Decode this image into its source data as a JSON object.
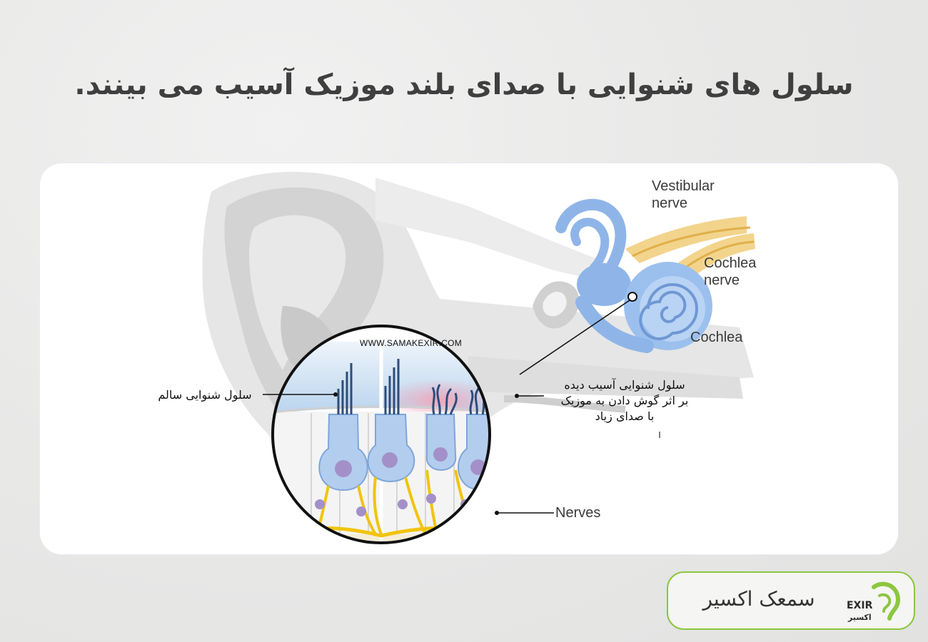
{
  "page": {
    "title": "سلول های شنوایی با صدای بلند موزیک آسیب می بینند."
  },
  "diagram": {
    "labels": {
      "vestibular_nerve": "Vestibular\nnerve",
      "cochlea_nerve": "Cochlea\nnerve",
      "cochlea": "Cochlea",
      "nerves": "Nerves",
      "healthy_cell": "سلول شنوایی سالم",
      "damaged_cell": "سلول شنوایی آسیب دیده\nبر اثر گوش دادن به موزیک\nبا صدای زیاد",
      "watermark": "WWW.SAMAKEXIR.COM",
      "stray_mark": "ا"
    },
    "colors": {
      "ear_gray": "#dcdcdc",
      "inner_ear_blue": "#8fb5e8",
      "nerve_yellow": "#f1c40f",
      "nucleus_purple": "#a390c9",
      "damage_pink": "#f6b5c3"
    }
  },
  "brand": {
    "name": "سمعک اکسیر",
    "logo_text_top": "EXIR",
    "logo_text_bottom": "اکسیر",
    "accent_color": "#8cc63f"
  }
}
